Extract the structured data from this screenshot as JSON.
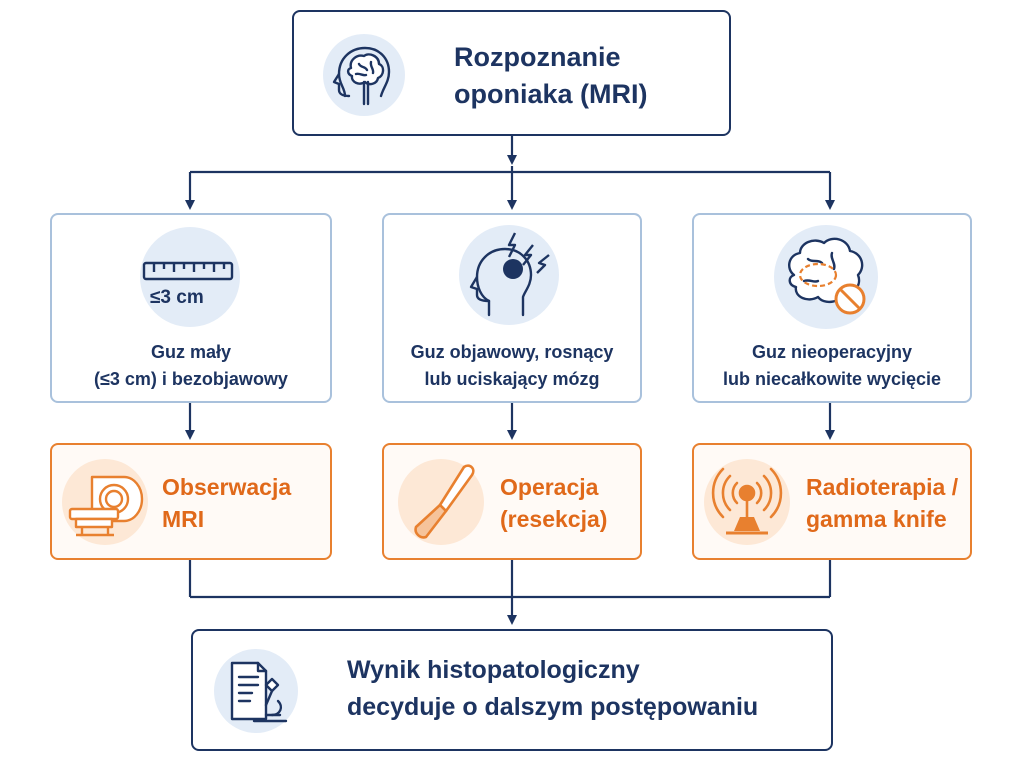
{
  "top": {
    "title_line1": "Rozpoznanie",
    "title_line2": "oponiaka (MRI)",
    "icon": "head-brain-icon"
  },
  "conditions": [
    {
      "icon": "ruler-icon",
      "icon_label": "≤3 cm",
      "line1": "Guz mały",
      "line2": "(≤3 cm) i bezobjawowy"
    },
    {
      "icon": "head-lightning-icon",
      "line1": "Guz objawowy, rosnący",
      "line2": "lub uciskający mózg"
    },
    {
      "icon": "brain-prohibited-icon",
      "line1": "Guz nieoperacyjny",
      "line2": "lub niecałkowite wycięcie"
    }
  ],
  "treatments": [
    {
      "icon": "mri-scanner-icon",
      "line1": "Obserwacja",
      "line2": "MRI"
    },
    {
      "icon": "scalpel-icon",
      "line1": "Operacja",
      "line2": "(resekcja)"
    },
    {
      "icon": "radiation-icon",
      "line1": "Radioterapia /",
      "line2": "gamma knife"
    }
  ],
  "result": {
    "icon": "report-microscope-icon",
    "line1": "Wynik histopatologiczny",
    "line2": "decyduje o dalszym postępowaniu"
  },
  "colors": {
    "navy": "#1d3461",
    "light_blue_border": "#a9c1dc",
    "orange": "#e8802f",
    "light_blue_fill": "#e3ecf7",
    "light_orange_fill": "#fde8d6"
  }
}
